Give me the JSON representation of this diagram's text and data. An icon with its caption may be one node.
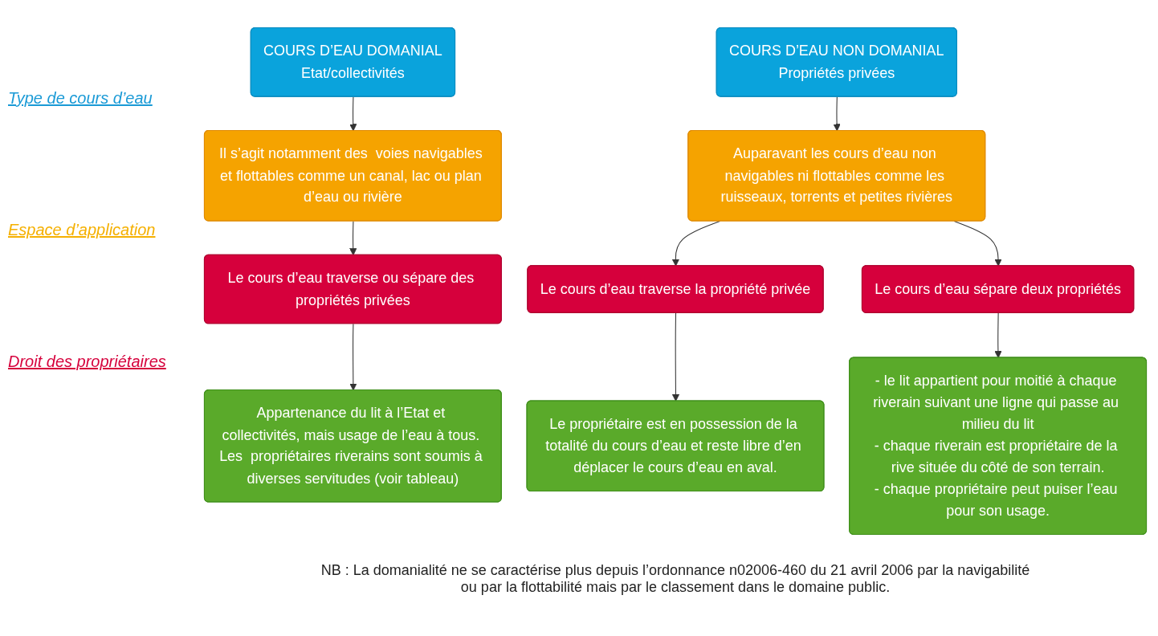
{
  "diagram": {
    "nodes": [
      {
        "text": [
          "COURS D’EAU DOMANIAL",
          "Etat/collectivités"
        ]
      },
      {
        "text": [
          "COURS D’EAU NON DOMANIAL",
          "Propriétés privées"
        ]
      },
      {
        "text": [
          "Il s’agit notamment des  voies navigables et flottables comme un canal, lac ou plan d’eau ou rivière"
        ]
      },
      {
        "text": [
          "Auparavant les cours d’eau non navigables ni flottables comme les ruisseaux, torrents et petites rivières"
        ]
      },
      {
        "text": [
          "Le cours d’eau traverse ou sépare des propriétés privées"
        ]
      },
      {
        "text": [
          "Le cours d’eau traverse la propriété privée"
        ]
      },
      {
        "text": [
          "Le cours d’eau sépare deux propriétés"
        ]
      },
      {
        "text": [
          "Appartenance du lit à l’Etat et collectivités, mais usage de l’eau à tous. Les  propriétaires riverains sont soumis à diverses servitudes (voir tableau)"
        ]
      },
      {
        "text": [
          "Le propriétaire est en possession de la totalité du cours d’eau et reste libre d’en déplacer le cours d’eau en aval."
        ]
      },
      {
        "text": [
          "- le lit appartient pour moitié à chaque riverain suivant une ligne qui passe au milieu du lit",
          "- chaque riverain est propriétaire de la rive située du côté de son terrain.",
          "- chaque propriétaire peut puiser l’eau pour son usage."
        ]
      }
    ],
    "edges": [
      {
        "from": 0,
        "to": 2,
        "arrow": "to"
      },
      {
        "from": 1,
        "to": 3,
        "arrow": "to"
      },
      {
        "from": 2,
        "to": 4,
        "arrow": "to"
      },
      {
        "from": 3,
        "to": 5,
        "arrow": "to"
      },
      {
        "from": 3,
        "to": 6,
        "arrow": "to"
      },
      {
        "from": 4,
        "to": 7,
        "arrow": "to"
      },
      {
        "from": 5,
        "to": 8,
        "arrow": "to"
      },
      {
        "from": 6,
        "to": 9,
        "arrow": "to"
      }
    ],
    "labels": [
      "Type de cours d’eau",
      "Espace d’application",
      "NB : La domanialité ne se caractérise plus depuis l’ordonnance n02006-460 du 21 avril 2006 par la navigabilité ou par la flottabilité mais par le classement dans le domaine public.",
      "Droit des propriétaires"
    ]
  }
}
